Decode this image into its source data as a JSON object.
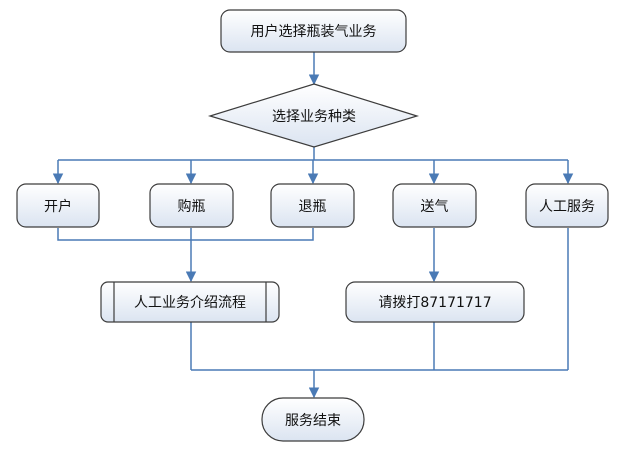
{
  "nodes": {
    "start": "用户选择瓶装气业务",
    "decision": "选择业务种类",
    "open_account": "开户",
    "buy_bottle": "购瓶",
    "return_bottle": "退瓶",
    "deliver_gas": "送气",
    "manual_service": "人工服务",
    "manual_intro": "人工业务介绍流程",
    "call_number": "请拨打87171717",
    "end": "服务结束"
  },
  "colors": {
    "line": "#4a7ab5",
    "border": "#3c3c3c",
    "fill_top": "#ffffff",
    "fill_bottom": "#dde6f2"
  }
}
